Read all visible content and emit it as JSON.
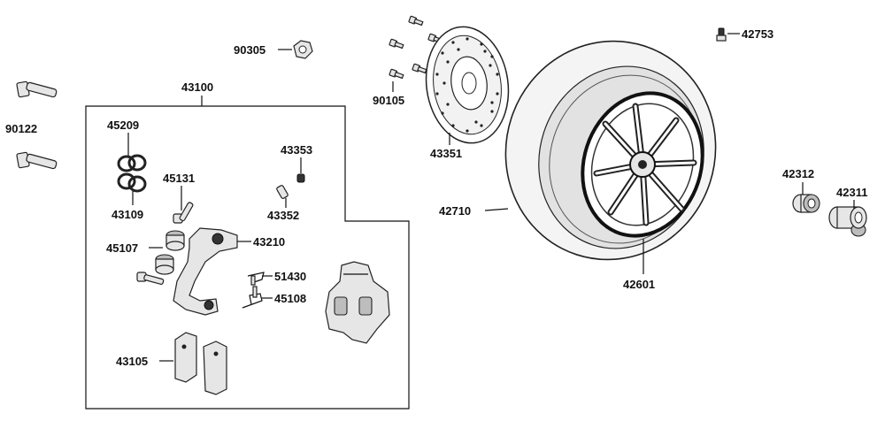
{
  "labels": {
    "p90122": "90122",
    "p90305": "90305",
    "p43100": "43100",
    "p45209": "45209",
    "p43109": "43109",
    "p45131": "45131",
    "p45107": "45107",
    "p43210": "43210",
    "p43353": "43353",
    "p43352": "43352",
    "p51430": "51430",
    "p45108": "45108",
    "p43105": "43105",
    "p90105": "90105",
    "p43351": "43351",
    "p42710": "42710",
    "p42601": "42601",
    "p42753": "42753",
    "p42312": "42312",
    "p42311": "42311"
  }
}
